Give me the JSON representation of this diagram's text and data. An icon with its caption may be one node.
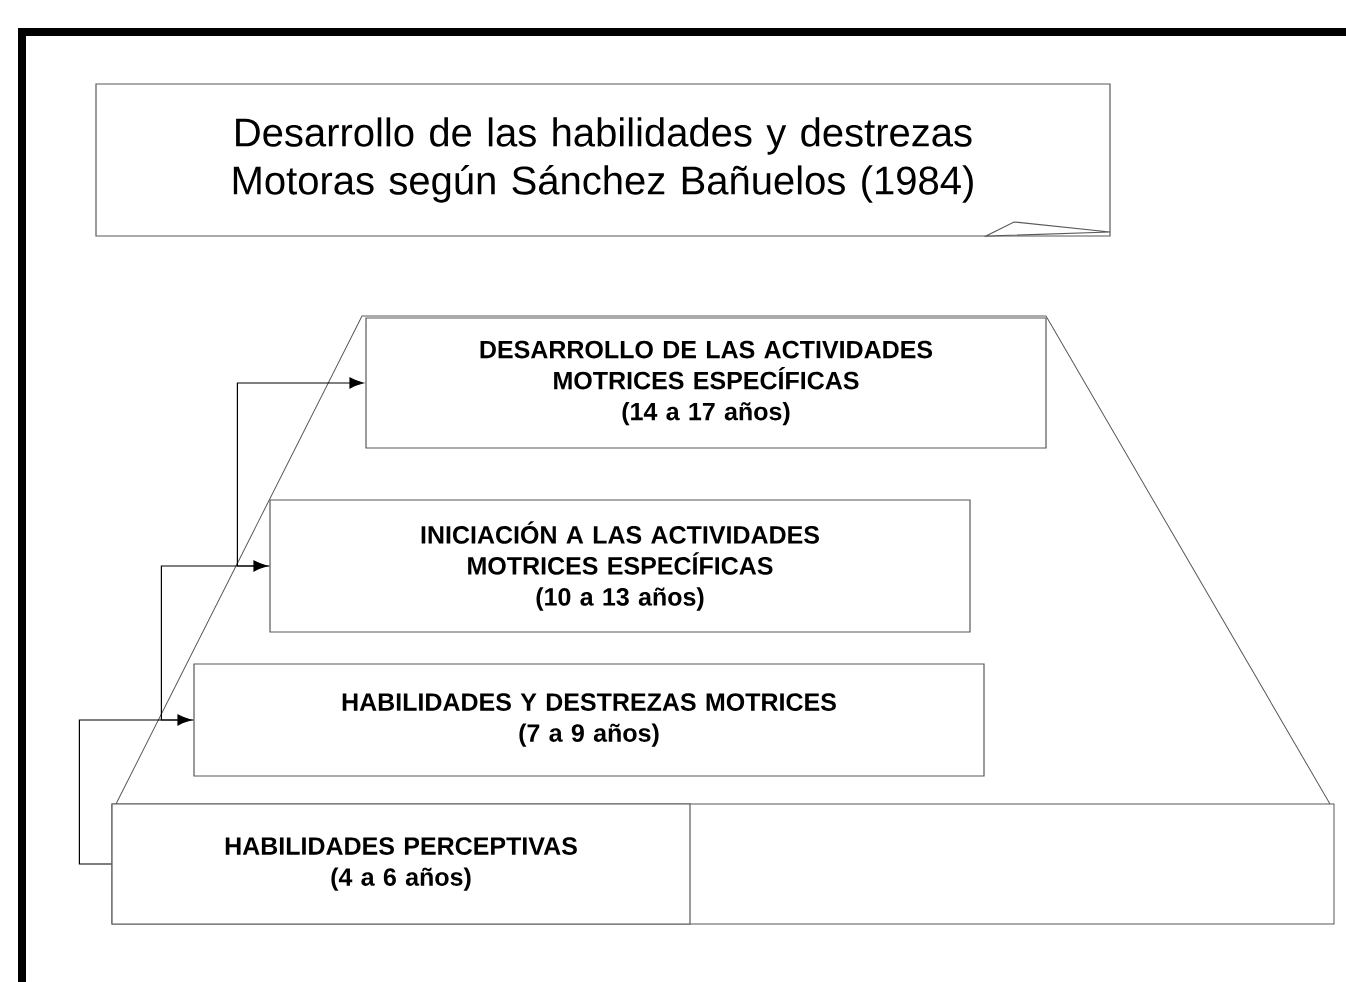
{
  "diagram": {
    "nodes": [
      {
        "text": [
          "Desarrollo de las habilidades y destrezas Motoras según Sánchez Bañuelos (1984)"
        ]
      },
      {
        "text": [
          "DESARROLLO DE LAS ACTIVIDADES MOTRICES ESPECÍFICAS",
          "(14 a 17 años)"
        ]
      },
      {
        "text": [
          "INICIACIÓN A LAS ACTIVIDADES MOTRICES ESPECÍFICAS",
          "(10 a 13 años)"
        ]
      },
      {
        "text": [
          "HABILIDADES Y DESTREZAS MOTRICES",
          "(7 a 9 años)"
        ]
      },
      {
        "text": [
          "HABILIDADES PERCEPTIVAS",
          "(4 a 6 años)"
        ]
      }
    ],
    "edges": [
      {
        "from": 4,
        "to": 3,
        "arrow": "to"
      },
      {
        "from": 3,
        "to": 2,
        "arrow": "to"
      },
      {
        "from": 2,
        "to": 1,
        "arrow": "to"
      }
    ]
  }
}
